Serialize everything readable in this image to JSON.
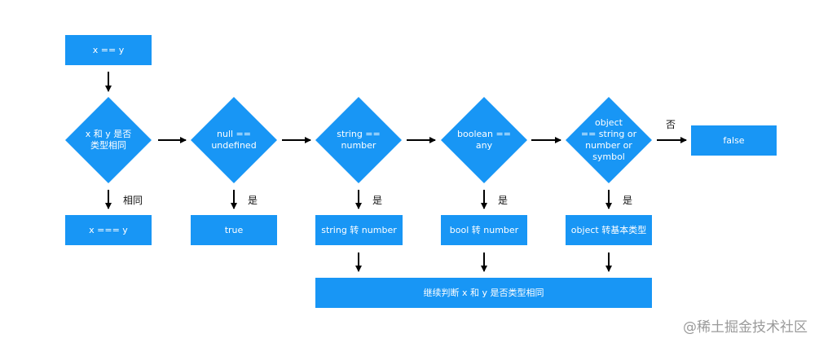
{
  "colors": {
    "node": "#1896f5",
    "arrow": "#000000",
    "text": "#ffffff"
  },
  "nodes": {
    "start": "x == y",
    "d1": "x 和 y 是否\n类型相同",
    "d2": "null ==\nundefined",
    "d3": "string ==\nnumber",
    "d4": "boolean ==\nany",
    "d5": "object\n== string or\nnumber or\nsymbol",
    "false_box": "false",
    "r1": "x === y",
    "r2": "true",
    "r3": "string 转 number",
    "r4": "bool 转 number",
    "r5": "object 转基本类型",
    "bottom": "继续判断 x 和 y 是否类型相同"
  },
  "conditions": {
    "c1": "相同",
    "c2": "是",
    "c3": "是",
    "c4": "是",
    "c5": "是",
    "no": "否"
  },
  "watermark": "@稀土掘金技术社区"
}
